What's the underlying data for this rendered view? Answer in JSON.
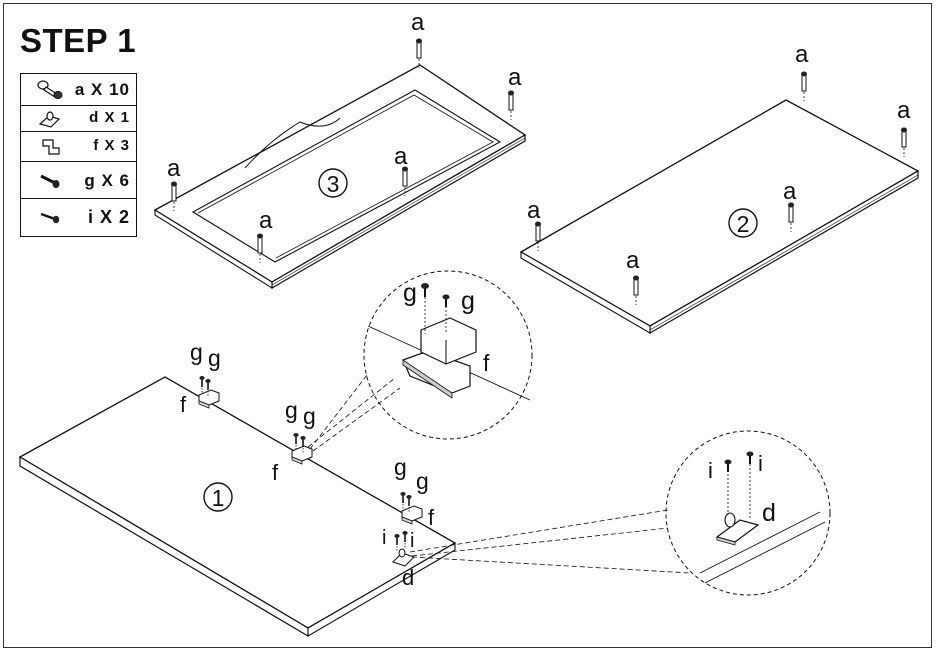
{
  "title": "STEP 1",
  "parts": [
    {
      "icon": "cam-bolt-icon",
      "text": "a X 10"
    },
    {
      "icon": "bracket-d-icon",
      "text": "d X 1"
    },
    {
      "icon": "bracket-f-icon",
      "text": "f X 3"
    },
    {
      "icon": "screw-g-icon",
      "text": "g X 6"
    },
    {
      "icon": "screw-i-icon",
      "text": "i X 2"
    }
  ],
  "panels": {
    "one": "1",
    "two": "2",
    "three": "3"
  },
  "labels": {
    "a": "a",
    "d": "d",
    "f": "f",
    "g": "g",
    "i": "i"
  }
}
